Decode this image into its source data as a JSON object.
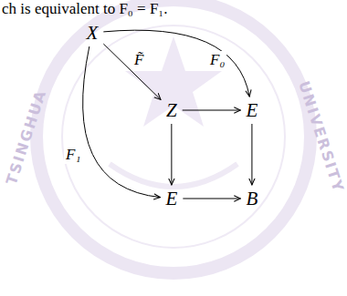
{
  "diagram": {
    "nodes": [
      {
        "text": [
          "X"
        ]
      },
      {
        "text": [
          "Z"
        ]
      },
      {
        "text": [
          "E"
        ]
      },
      {
        "text": [
          "E"
        ]
      },
      {
        "text": [
          "B"
        ]
      }
    ],
    "edges": [
      {
        "from": 0,
        "to": 2,
        "arrow": "to",
        "label": "F₀"
      },
      {
        "from": 0,
        "to": 1,
        "arrow": "to",
        "label": "F̃"
      },
      {
        "from": 0,
        "to": 3,
        "arrow": "to",
        "label": "F₁"
      },
      {
        "from": 1,
        "to": 2,
        "arrow": "to"
      },
      {
        "from": 1,
        "to": 3,
        "arrow": "to"
      },
      {
        "from": 2,
        "to": 4,
        "arrow": "to"
      },
      {
        "from": 3,
        "to": 4,
        "arrow": "to"
      }
    ],
    "labels": [
      "ch is equivalent to F₀ = F₁.",
      "TSINGHUA",
      "UNIVERSITY"
    ]
  }
}
